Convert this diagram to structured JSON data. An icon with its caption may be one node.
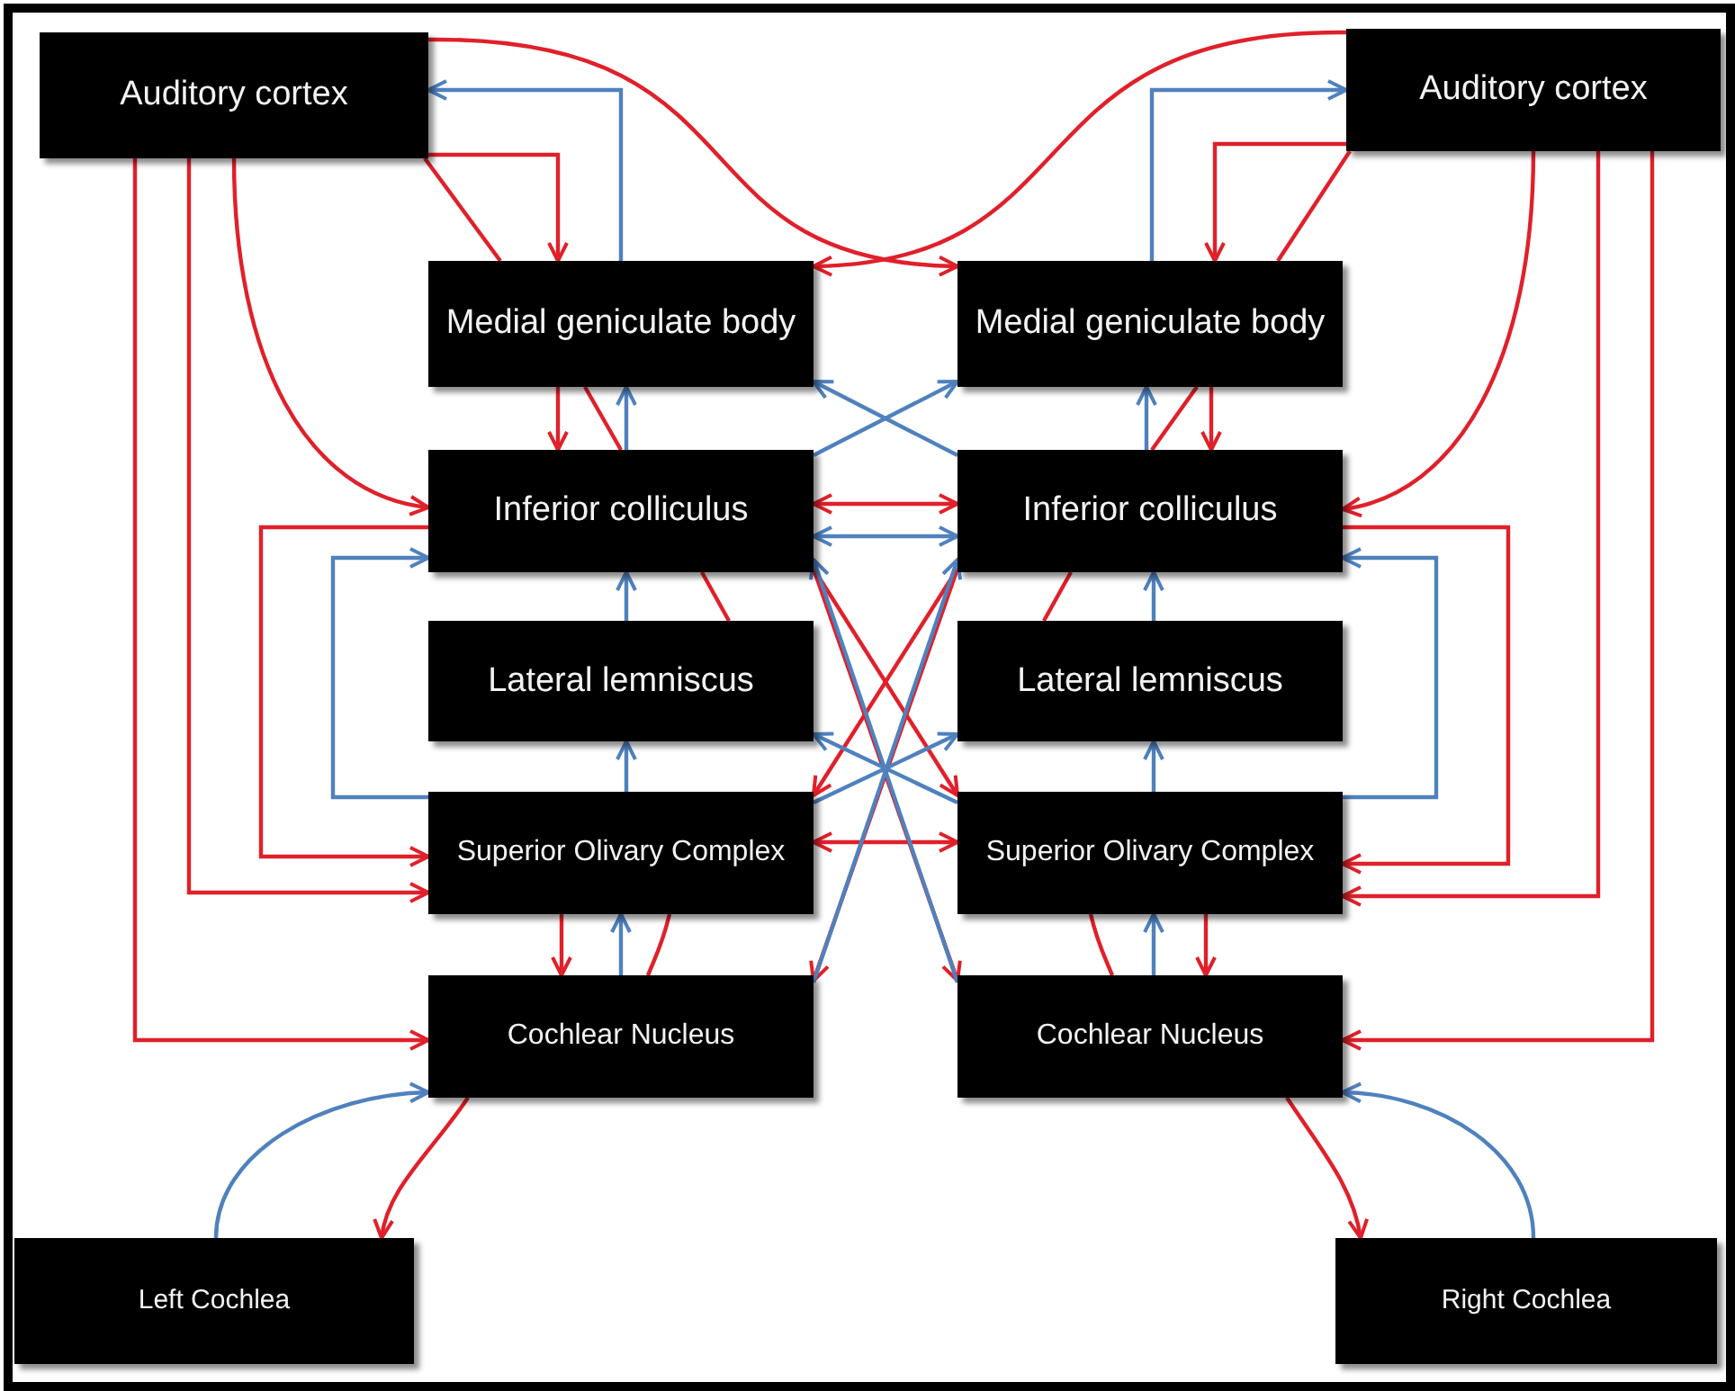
{
  "diagram": {
    "nodes": [
      {
        "text": [
          "Auditory cortex"
        ]
      },
      {
        "text": [
          "Auditory cortex"
        ]
      },
      {
        "text": [
          "Medial geniculate body"
        ]
      },
      {
        "text": [
          "Medial geniculate body"
        ]
      },
      {
        "text": [
          "Inferior colliculus"
        ]
      },
      {
        "text": [
          "Inferior colliculus"
        ]
      },
      {
        "text": [
          "Lateral lemniscus"
        ]
      },
      {
        "text": [
          "Lateral lemniscus"
        ]
      },
      {
        "text": [
          "Superior Olivary Complex"
        ]
      },
      {
        "text": [
          "Superior Olivary Complex"
        ]
      },
      {
        "text": [
          "Cochlear Nucleus"
        ]
      },
      {
        "text": [
          "Cochlear Nucleus"
        ]
      },
      {
        "text": [
          "Left Cochlea"
        ]
      },
      {
        "text": [
          "Right Cochlea"
        ]
      }
    ],
    "edges": [
      {
        "from": 0,
        "to": 2,
        "arrow": "to"
      },
      {
        "from": 2,
        "to": 0,
        "arrow": "to",
        "color": "#4f81bd"
      },
      {
        "from": 0,
        "to": 2,
        "arrow": "none"
      },
      {
        "from": 0,
        "to": 4,
        "arrow": "to"
      },
      {
        "from": 0,
        "to": 8,
        "arrow": "to"
      },
      {
        "from": 0,
        "to": 10,
        "arrow": "to"
      },
      {
        "from": 0,
        "to": 3,
        "arrow": "to"
      },
      {
        "from": 1,
        "to": 2,
        "arrow": "to"
      },
      {
        "from": 2,
        "to": 4,
        "arrow": "to"
      },
      {
        "from": 4,
        "to": 2,
        "arrow": "to",
        "color": "#4f81bd"
      },
      {
        "from": 2,
        "to": 4,
        "arrow": "none"
      },
      {
        "from": 4,
        "to": 5,
        "arrow": "both"
      },
      {
        "from": 4,
        "to": 5,
        "arrow": "both",
        "color": "#4f81bd"
      },
      {
        "from": 5,
        "to": 2,
        "arrow": "to",
        "color": "#4f81bd"
      },
      {
        "from": 4,
        "to": 3,
        "arrow": "to",
        "color": "#4f81bd"
      },
      {
        "from": 4,
        "to": 8,
        "arrow": "to"
      },
      {
        "from": 8,
        "to": 4,
        "arrow": "to",
        "color": "#4f81bd"
      },
      {
        "from": 6,
        "to": 4,
        "arrow": "to",
        "color": "#4f81bd"
      },
      {
        "from": 8,
        "to": 6,
        "arrow": "to",
        "color": "#4f81bd"
      },
      {
        "from": 4,
        "to": 6,
        "arrow": "none"
      },
      {
        "from": 8,
        "to": 10,
        "arrow": "to"
      },
      {
        "from": 10,
        "to": 8,
        "arrow": "to",
        "color": "#4f81bd"
      },
      {
        "from": 8,
        "to": 10,
        "arrow": "none"
      },
      {
        "from": 8,
        "to": 9,
        "arrow": "both"
      },
      {
        "from": 4,
        "to": 9,
        "arrow": "to"
      },
      {
        "from": 4,
        "to": 11,
        "arrow": "to"
      },
      {
        "from": 5,
        "to": 8,
        "arrow": "to"
      },
      {
        "from": 5,
        "to": 10,
        "arrow": "to"
      },
      {
        "from": 10,
        "to": 5,
        "arrow": "to",
        "color": "#4f81bd"
      },
      {
        "from": 11,
        "to": 4,
        "arrow": "to",
        "color": "#4f81bd"
      },
      {
        "from": 8,
        "to": 7,
        "arrow": "to",
        "color": "#4f81bd"
      },
      {
        "from": 9,
        "to": 6,
        "arrow": "to",
        "color": "#4f81bd"
      },
      {
        "from": 10,
        "to": 12,
        "arrow": "to"
      },
      {
        "from": 12,
        "to": 10,
        "arrow": "to",
        "color": "#4f81bd"
      },
      {
        "from": 1,
        "to": 3,
        "arrow": "to"
      },
      {
        "from": 3,
        "to": 1,
        "arrow": "to",
        "color": "#4f81bd"
      },
      {
        "from": 1,
        "to": 3,
        "arrow": "none"
      },
      {
        "from": 1,
        "to": 5,
        "arrow": "to"
      },
      {
        "from": 1,
        "to": 9,
        "arrow": "to"
      },
      {
        "from": 1,
        "to": 11,
        "arrow": "to"
      },
      {
        "from": 3,
        "to": 5,
        "arrow": "to"
      },
      {
        "from": 5,
        "to": 3,
        "arrow": "to",
        "color": "#4f81bd"
      },
      {
        "from": 3,
        "to": 5,
        "arrow": "none"
      },
      {
        "from": 5,
        "to": 9,
        "arrow": "to"
      },
      {
        "from": 9,
        "to": 5,
        "arrow": "to",
        "color": "#4f81bd"
      },
      {
        "from": 7,
        "to": 5,
        "arrow": "to",
        "color": "#4f81bd"
      },
      {
        "from": 9,
        "to": 7,
        "arrow": "to",
        "color": "#4f81bd"
      },
      {
        "from": 5,
        "to": 7,
        "arrow": "none"
      },
      {
        "from": 9,
        "to": 11,
        "arrow": "to"
      },
      {
        "from": 11,
        "to": 9,
        "arrow": "to",
        "color": "#4f81bd"
      },
      {
        "from": 9,
        "to": 11,
        "arrow": "none"
      },
      {
        "from": 11,
        "to": 13,
        "arrow": "to"
      },
      {
        "from": 13,
        "to": 11,
        "arrow": "to",
        "color": "#4f81bd"
      }
    ]
  }
}
